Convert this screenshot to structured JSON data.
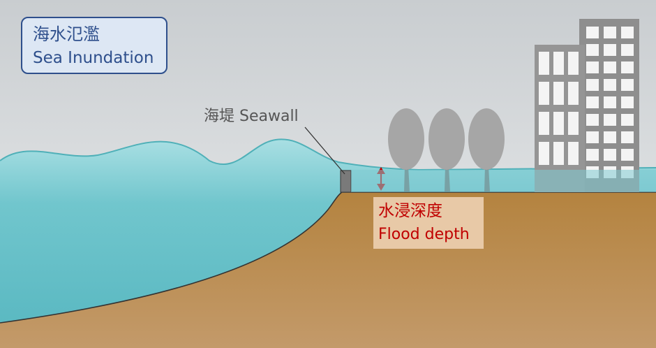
{
  "title": {
    "zh": "海水氾濫",
    "en": "Sea Inundation"
  },
  "seawall": {
    "label": "海堤 Seawall"
  },
  "flood_depth": {
    "zh": "水浸深度",
    "en": "Flood depth"
  },
  "colors": {
    "sky": "#d9dcde",
    "sea": "#6cc4cc",
    "sea_edge": "#4fb0b8",
    "ground": "#b8884f",
    "tree": "#a6a6a6",
    "trunk": "#6f6f6f",
    "building": "#8f8f8f",
    "arrow": "#c00000"
  }
}
